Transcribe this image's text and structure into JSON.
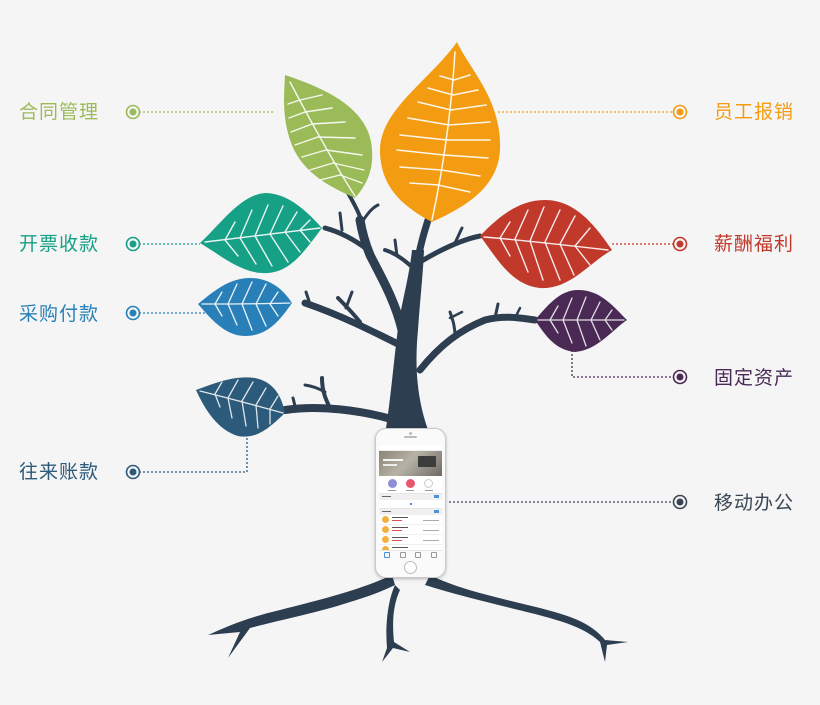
{
  "diagram": {
    "type": "tree-infographic",
    "center": {
      "label": "移动办公",
      "element": "smartphone-app-mockup"
    },
    "colors": {
      "background": "#f5f5f5",
      "tree": "#2d3e50",
      "contract": "#9bbb59",
      "reimburse": "#f39c12",
      "invoice": "#16a085",
      "salary": "#c0392b",
      "purchase": "#2980b9",
      "asset": "#4a2a55",
      "accounts": "#2c5a7a",
      "mobile": "#3a4654"
    },
    "left_labels": [
      {
        "id": "contract",
        "text": "合同管理",
        "color": "#9bbb59"
      },
      {
        "id": "invoice",
        "text": "开票收款",
        "color": "#16a085"
      },
      {
        "id": "purchase",
        "text": "采购付款",
        "color": "#2980b9"
      },
      {
        "id": "accounts",
        "text": "往来账款",
        "color": "#2c5a7a"
      }
    ],
    "right_labels": [
      {
        "id": "reimburse",
        "text": "员工报销",
        "color": "#f39c12"
      },
      {
        "id": "salary",
        "text": "薪酬福利",
        "color": "#c0392b"
      },
      {
        "id": "asset",
        "text": "固定资产",
        "color": "#4a2a55"
      },
      {
        "id": "mobile",
        "text": "移动办公",
        "color": "#3a4654"
      }
    ]
  }
}
